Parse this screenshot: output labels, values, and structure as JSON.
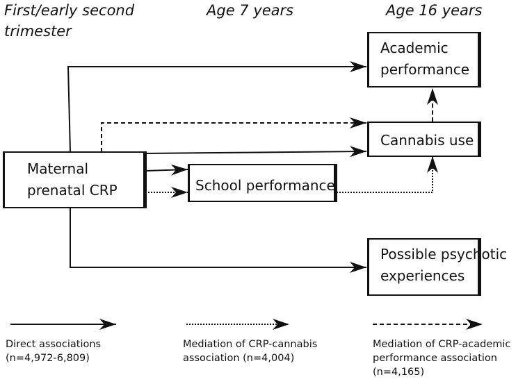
{
  "headers": {
    "col1": [
      "First/early second",
      "trimester"
    ],
    "col2": "Age 7 years",
    "col3": "Age 16 years"
  },
  "nodes": {
    "maternal_crp": [
      "Maternal",
      "prenatal CRP"
    ],
    "school_performance": [
      "School performance"
    ],
    "academic_performance": [
      "Academic",
      "performance"
    ],
    "cannabis_use": [
      "Cannabis use"
    ],
    "psychotic_experiences": [
      "Possible psychotic",
      "experiences"
    ]
  },
  "edges": [
    {
      "from": "maternal_crp",
      "to": "academic_performance",
      "style": "solid"
    },
    {
      "from": "maternal_crp",
      "to": "cannabis_use",
      "style": "dashed"
    },
    {
      "from": "maternal_crp",
      "to": "cannabis_use",
      "style": "solid"
    },
    {
      "from": "maternal_crp",
      "to": "school_performance",
      "style": "solid"
    },
    {
      "from": "maternal_crp",
      "to": "school_performance",
      "style": "dotted"
    },
    {
      "from": "school_performance",
      "to": "cannabis_use",
      "style": "dotted"
    },
    {
      "from": "cannabis_use",
      "to": "academic_performance",
      "style": "dashed"
    },
    {
      "from": "maternal_crp",
      "to": "psychotic_experiences",
      "style": "solid"
    }
  ],
  "legend": {
    "direct": {
      "style": "solid",
      "text": [
        "Direct associations",
        "(n=4,972-6,809)"
      ]
    },
    "cannabis": {
      "style": "dotted",
      "text": [
        "Mediation of CRP-cannabis",
        "association (n=4,004)"
      ]
    },
    "academic": {
      "style": "dashed",
      "text": [
        "Mediation of CRP-academic",
        "performance association",
        "(n=4,165)"
      ]
    }
  }
}
